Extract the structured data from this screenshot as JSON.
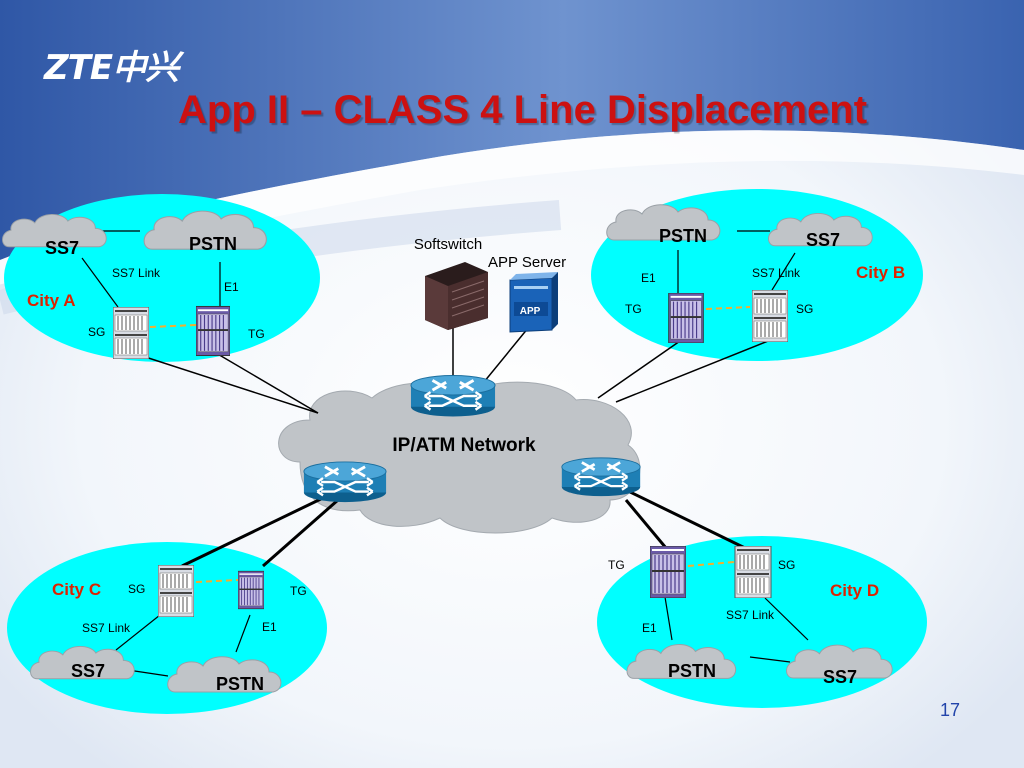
{
  "brand": {
    "logo_text": "ZTE中兴",
    "accent": "#cc1111",
    "header_blue": "#3a5fa8"
  },
  "slide": {
    "title": "App II – CLASS 4 Line Displacement",
    "page_number": "17"
  },
  "diagram": {
    "core": {
      "label": "IP/ATM Network"
    },
    "servers": {
      "softswitch": "Softswitch",
      "app_server": "APP Server",
      "app_badge": "APP"
    },
    "cities": {
      "a": {
        "name": "City A",
        "ss7": "SS7",
        "pstn": "PSTN",
        "ss7_link": "SS7 Link",
        "e1": "E1",
        "sg": "SG",
        "tg": "TG"
      },
      "b": {
        "name": "City B",
        "ss7": "SS7",
        "pstn": "PSTN",
        "ss7_link": "SS7 Link",
        "e1": "E1",
        "sg": "SG",
        "tg": "TG"
      },
      "c": {
        "name": "City C",
        "ss7": "SS7",
        "pstn": "PSTN",
        "ss7_link": "SS7 Link",
        "e1": "E1",
        "sg": "SG",
        "tg": "TG"
      },
      "d": {
        "name": "City D",
        "ss7": "SS7",
        "pstn": "PSTN",
        "ss7_link": "SS7 Link",
        "e1": "E1",
        "sg": "SG",
        "tg": "TG"
      }
    },
    "colors": {
      "city_fill": "#00ffff",
      "cloud_fill": "#c0c4c8",
      "router_fill": "#1e7fb5",
      "city_label": "#dd2200",
      "dashed_link": "#f0b030"
    }
  }
}
